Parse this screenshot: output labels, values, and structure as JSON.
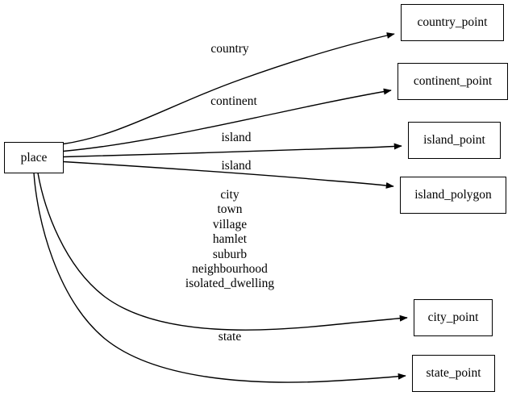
{
  "diagram": {
    "type": "directed-graph",
    "title": "place",
    "background_color": "#ffffff",
    "line_color": "#000000",
    "text_color": "#000000",
    "source_node": {
      "id": "place",
      "label": "place"
    },
    "nodes": [
      {
        "id": "place",
        "label": "place"
      },
      {
        "id": "country_point",
        "label": "country_point"
      },
      {
        "id": "continent_point",
        "label": "continent_point"
      },
      {
        "id": "island_point",
        "label": "island_point"
      },
      {
        "id": "island_polygon",
        "label": "island_polygon"
      },
      {
        "id": "city_point",
        "label": "city_point"
      },
      {
        "id": "state_point",
        "label": "state_point"
      }
    ],
    "edges": [
      {
        "from": "place",
        "to": "country_point",
        "label": "country"
      },
      {
        "from": "place",
        "to": "continent_point",
        "label": "continent"
      },
      {
        "from": "place",
        "to": "island_point",
        "label": "island"
      },
      {
        "from": "place",
        "to": "island_polygon",
        "label": "island"
      },
      {
        "from": "place",
        "to": "city_point",
        "label": "city\ntown\nvillage\nhamlet\nsuburb\nneighbourhood\nisolated_dwelling"
      },
      {
        "from": "place",
        "to": "state_point",
        "label": "state"
      }
    ]
  }
}
